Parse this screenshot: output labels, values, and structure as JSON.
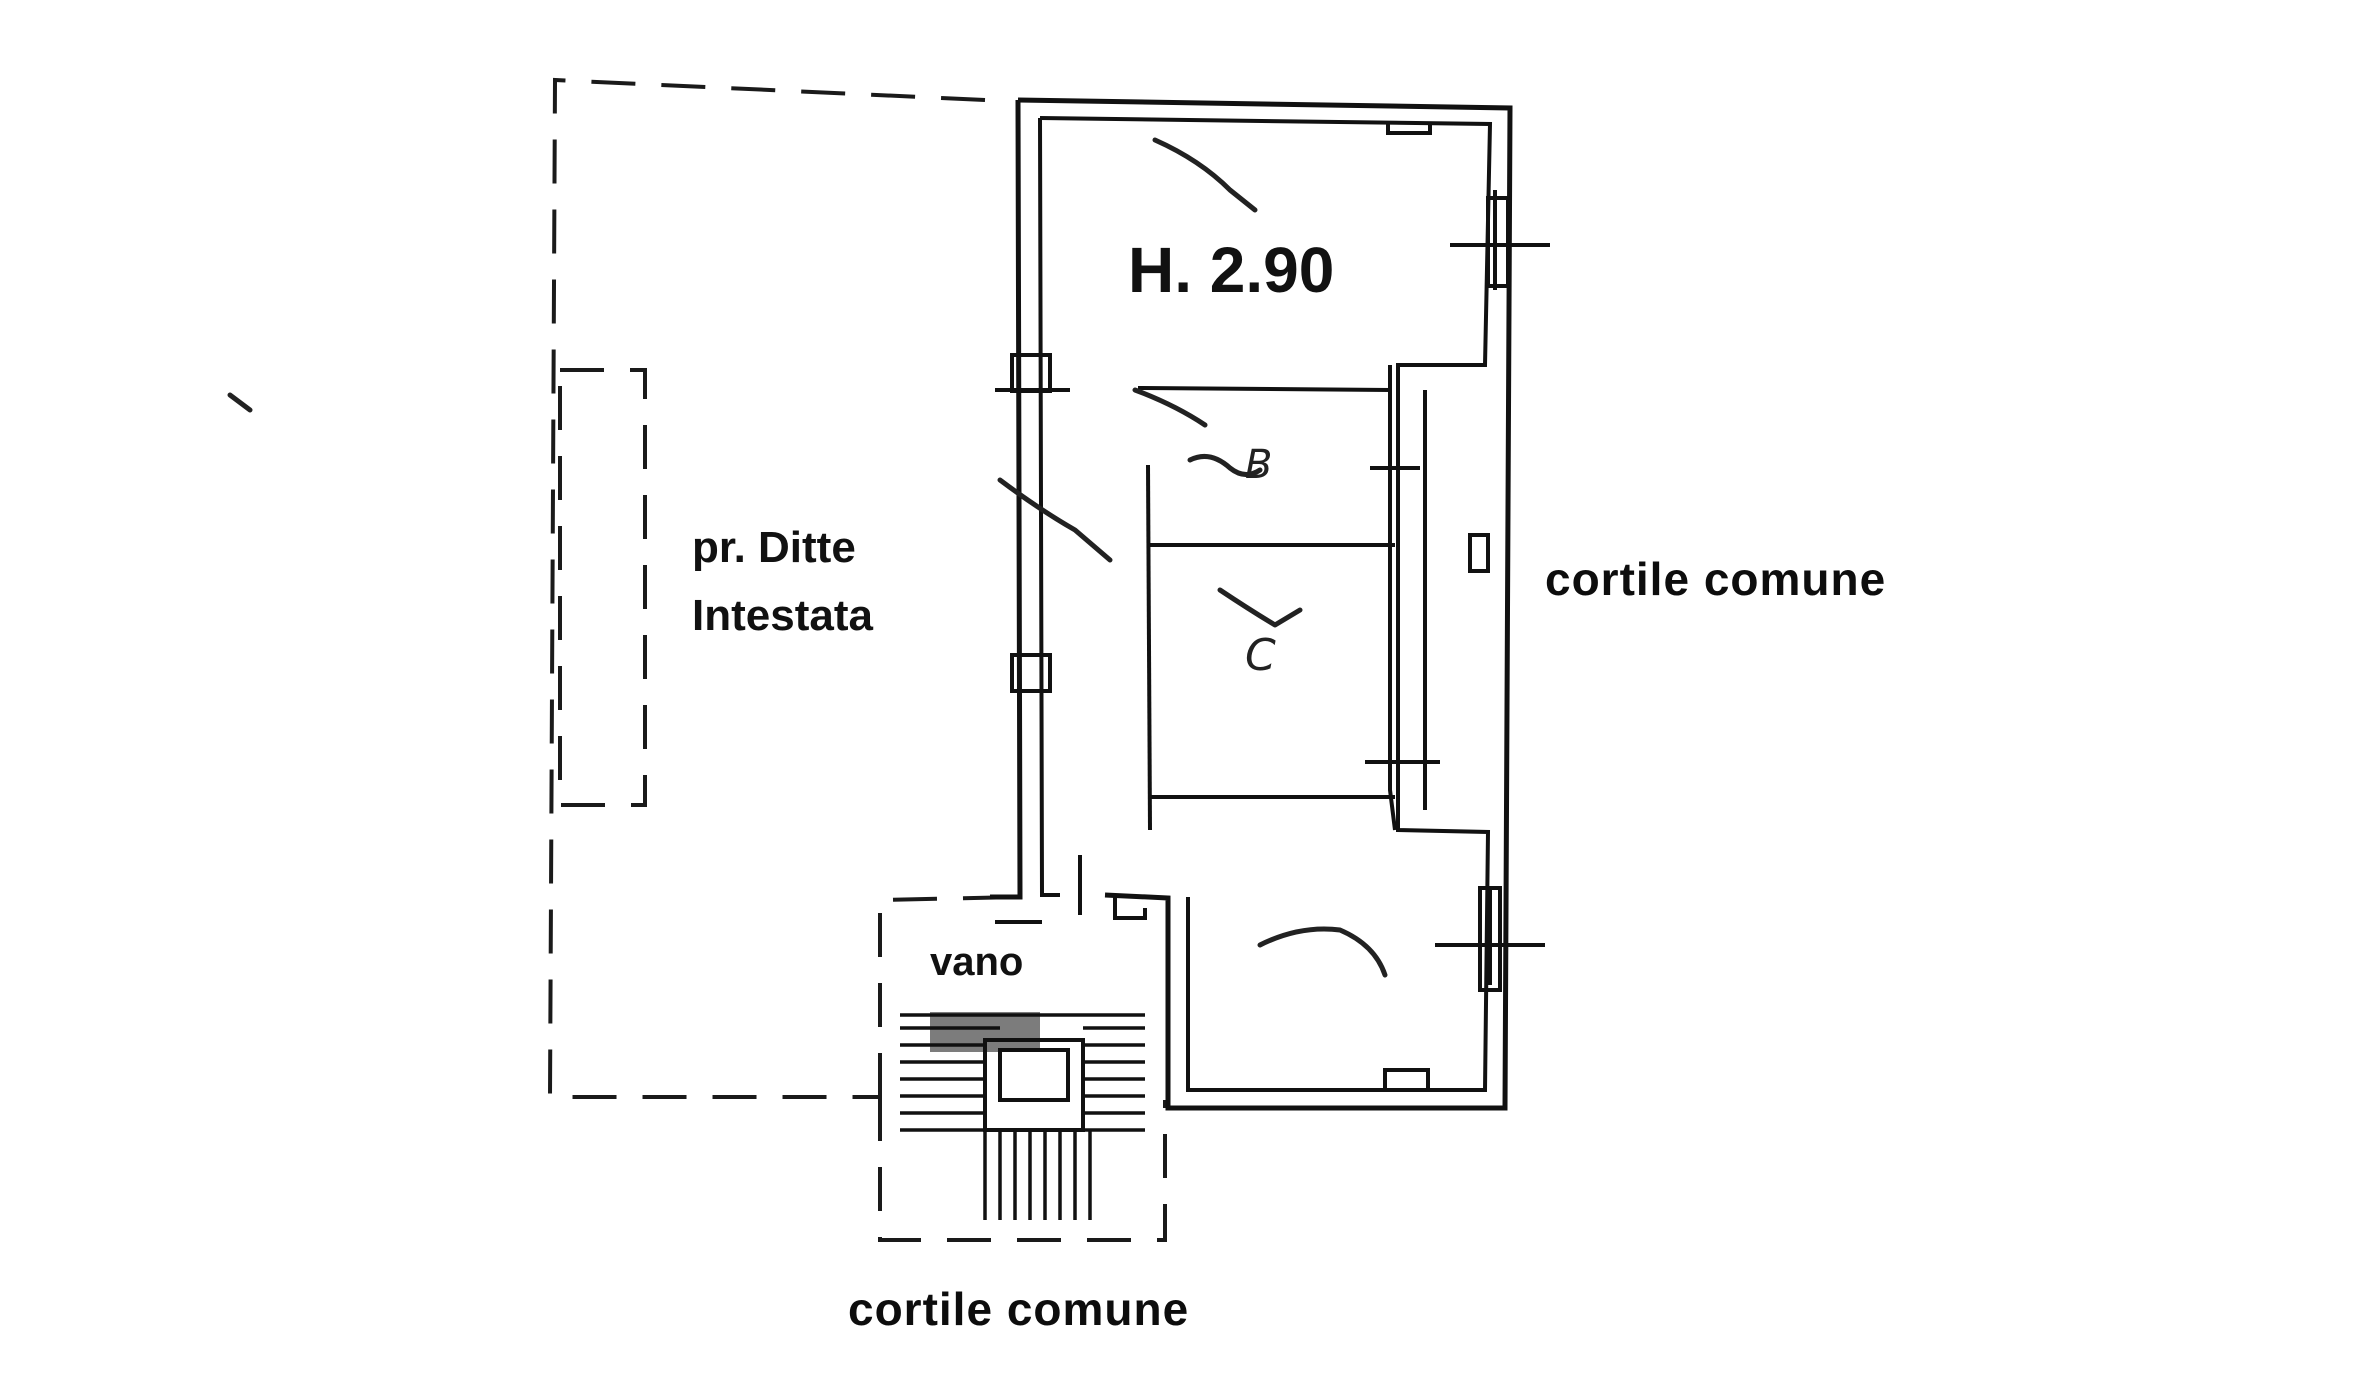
{
  "plan": {
    "height_label": "H. 2.90",
    "neighbor_label_line1": "pr. Ditte",
    "neighbor_label_line2": "Intestata",
    "courtyard_right_label": "cortile comune",
    "courtyard_bottom_label": "cortile comune",
    "stair_label": "vano",
    "room_label_c": "C",
    "room_label_b": "B"
  }
}
